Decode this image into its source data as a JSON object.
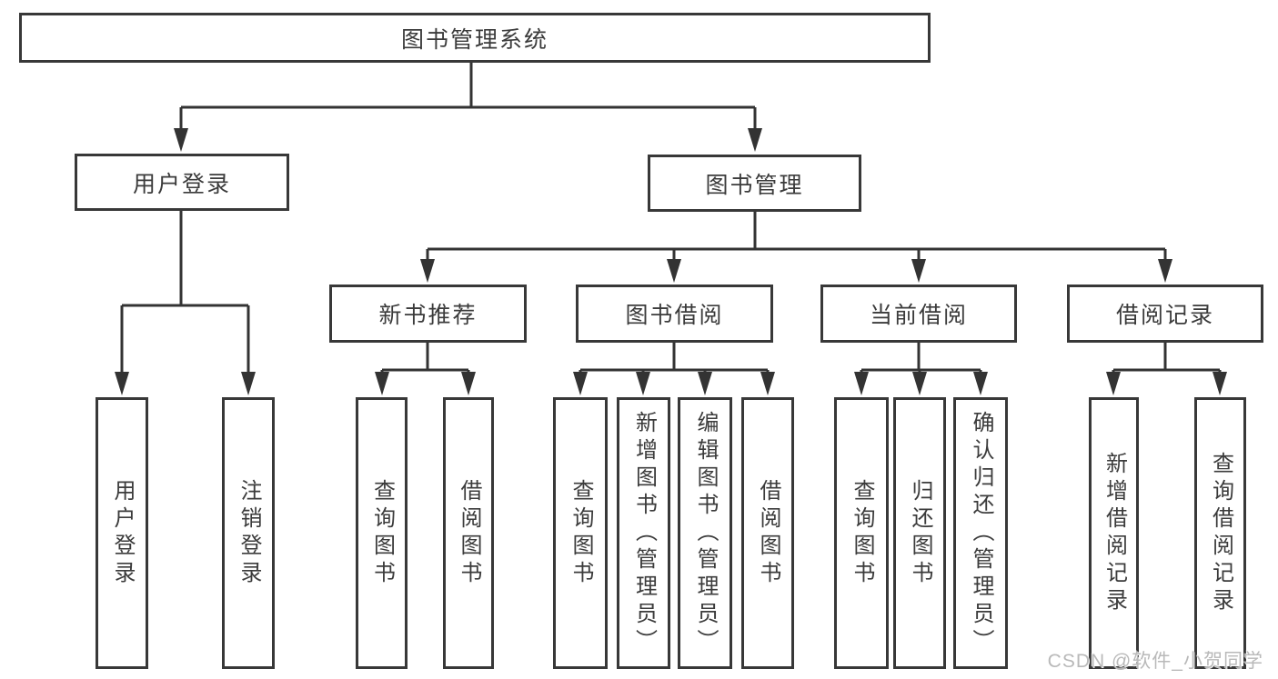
{
  "tree": {
    "label": "图书管理系统",
    "children": [
      {
        "label": "用户登录",
        "children": [
          {
            "label": "用户登录"
          },
          {
            "label": "注销登录"
          }
        ]
      },
      {
        "label": "图书管理",
        "children": [
          {
            "label": "新书推荐",
            "children": [
              {
                "label": "查询图书"
              },
              {
                "label": "借阅图书"
              }
            ]
          },
          {
            "label": "图书借阅",
            "children": [
              {
                "label": "查询图书"
              },
              {
                "label": "新增图书（管理员）"
              },
              {
                "label": "编辑图书（管理员）"
              },
              {
                "label": "借阅图书"
              }
            ]
          },
          {
            "label": "当前借阅",
            "children": [
              {
                "label": "查询图书"
              },
              {
                "label": "归还图书"
              },
              {
                "label": "确认归还（管理员）"
              }
            ]
          },
          {
            "label": "借阅记录",
            "children": [
              {
                "label": "新增借阅记录"
              },
              {
                "label": "查询借阅记录"
              }
            ]
          }
        ]
      }
    ]
  },
  "watermark": "CSDN @软件_小贺同学",
  "colors": {
    "line": "#333333",
    "box_border": "#383838",
    "box_fill": "#ffffff",
    "text": "#3b3b3b",
    "watermark": "#b9b9b9",
    "background": "#ffffff"
  }
}
